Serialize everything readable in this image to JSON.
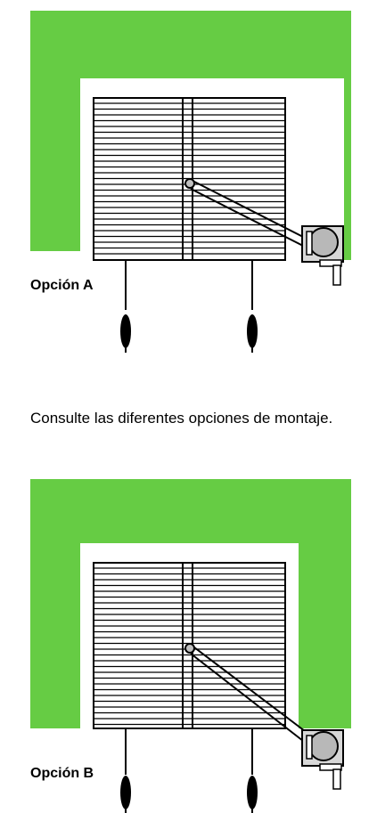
{
  "option_a": {
    "label": "Opción A"
  },
  "caption": "Consulte las diferentes opciones de montaje.",
  "option_b": {
    "label": "Opción B"
  },
  "colors": {
    "wall": "#66cc44",
    "ink": "#000000",
    "motor": "#b8b8b8"
  },
  "icons": [
    "blind-slats",
    "pull-cord",
    "motor-gearbox",
    "crank-arm"
  ]
}
